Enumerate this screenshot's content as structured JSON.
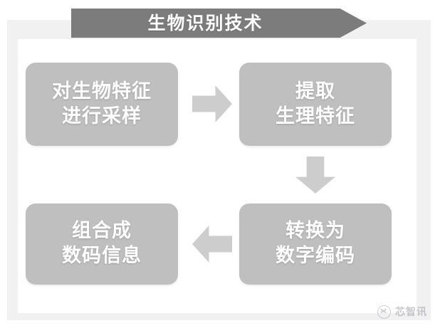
{
  "header": {
    "title": "生物识别技术"
  },
  "diagram": {
    "type": "flowchart",
    "nodes": [
      {
        "id": "sample",
        "line1": "对生物特征",
        "line2": "进行采样"
      },
      {
        "id": "extract",
        "line1": "提取",
        "line2": "生理特征"
      },
      {
        "id": "convert",
        "line1": "转换为",
        "line2": "数字编码"
      },
      {
        "id": "combine",
        "line1": "组合成",
        "line2": "数码信息"
      }
    ],
    "connectors": [
      {
        "id": "sample-to-extract",
        "direction": "right",
        "icon": "arrow-right-icon"
      },
      {
        "id": "extract-to-convert",
        "direction": "down",
        "icon": "arrow-down-icon"
      },
      {
        "id": "convert-to-combine",
        "direction": "left",
        "icon": "arrow-left-icon"
      }
    ]
  },
  "watermark": {
    "icon": "circle-logo-icon",
    "text": "芯智讯"
  },
  "colors": {
    "banner": "#7c7c7c",
    "box": "#bfbfbf",
    "arrow": "#cdcdcd",
    "frame": "#f1f1f1",
    "panel": "#ffffff",
    "box_text": "#ffffff",
    "watermark_text": "#7d7d8a"
  }
}
